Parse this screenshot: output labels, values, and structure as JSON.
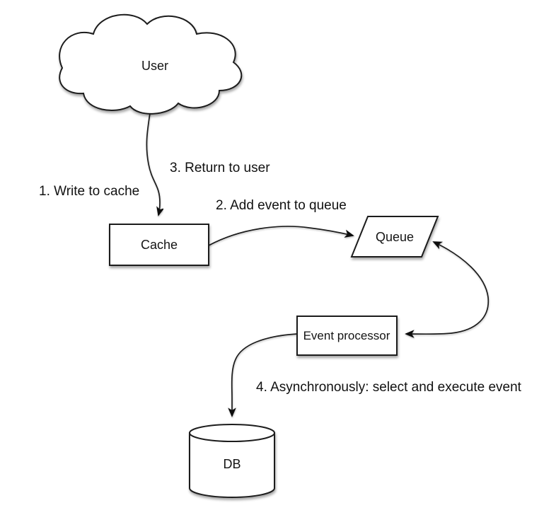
{
  "diagram": {
    "background_color": "#ffffff",
    "stroke_color": "#1c1c1c",
    "text_color": "#111111",
    "nodes": {
      "user": {
        "label": "User",
        "shape": "cloud"
      },
      "cache": {
        "label": "Cache",
        "shape": "rectangle"
      },
      "queue": {
        "label": "Queue",
        "shape": "parallelogram"
      },
      "event_processor": {
        "label": "Event processor",
        "shape": "rectangle"
      },
      "db": {
        "label": "DB",
        "shape": "cylinder"
      }
    },
    "steps": {
      "step1": "1. Write to cache",
      "step2": "2. Add event to queue",
      "step3": "3. Return to user",
      "step4": "4. Asynchronously: select and execute event"
    },
    "edges": [
      {
        "from": "user",
        "to": "cache",
        "labels": [
          "1. Write to cache",
          "3. Return to user"
        ],
        "bidirectional": false
      },
      {
        "from": "cache",
        "to": "queue",
        "labels": [
          "2. Add event to queue"
        ],
        "bidirectional": false
      },
      {
        "from": "queue",
        "to": "event_processor",
        "labels": [],
        "bidirectional": true
      },
      {
        "from": "event_processor",
        "to": "db",
        "labels": [
          "4. Asynchronously: select and execute event"
        ],
        "bidirectional": false
      }
    ]
  }
}
